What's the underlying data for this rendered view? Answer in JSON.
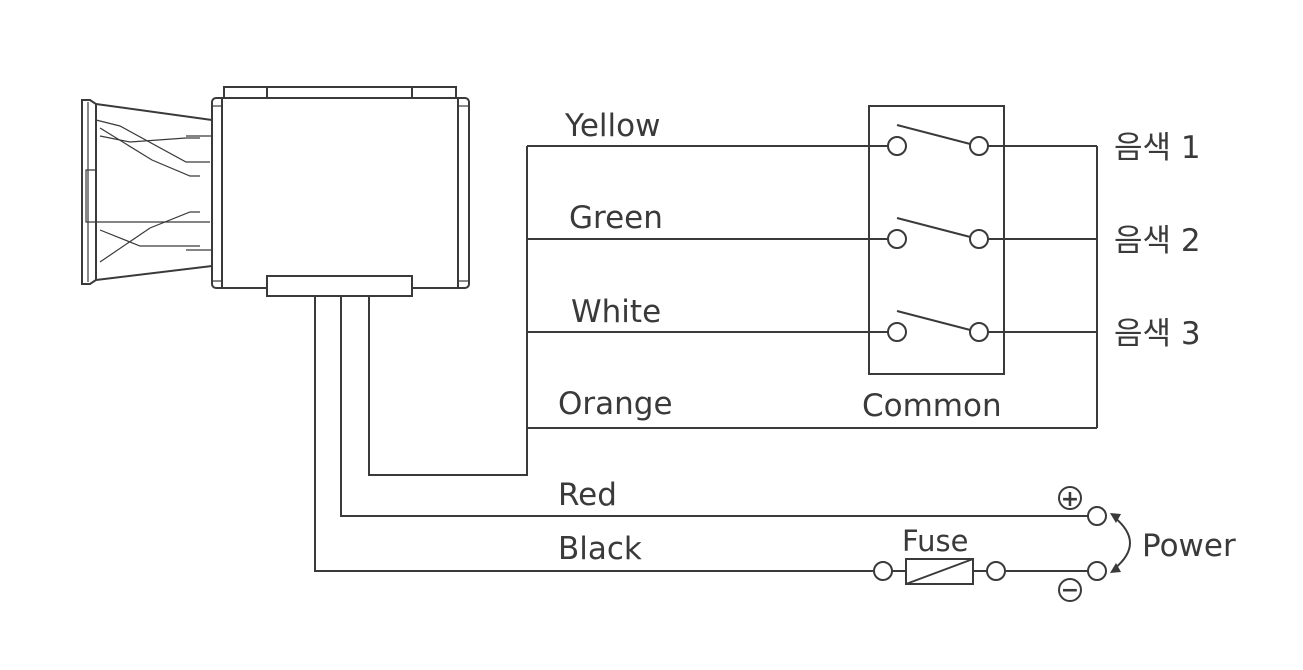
{
  "wires": {
    "yellow": "Yellow",
    "green": "Green",
    "white": "White",
    "orange": "Orange",
    "red": "Red",
    "black": "Black"
  },
  "switch_block": {
    "common": "Common",
    "outputs": [
      "음색 1",
      "음색 2",
      "음색 3"
    ]
  },
  "power": {
    "label": "Power",
    "fuse": "Fuse",
    "positive_symbol": "+",
    "negative_symbol": "−"
  },
  "colors": {
    "line": "#3a3a3a",
    "background": "#ffffff"
  }
}
